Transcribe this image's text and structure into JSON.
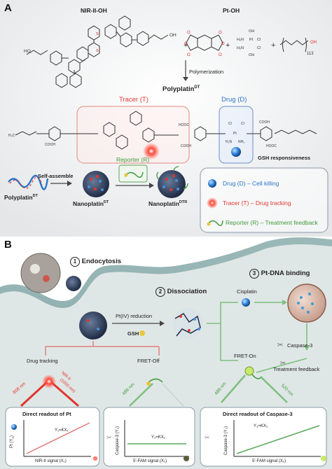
{
  "panel_a": {
    "letter": "A",
    "monomer1": "NIR-II-OH",
    "monomer2": "Pt-OH",
    "peg_n": "113",
    "reaction": "Polymerization",
    "product": "Polyplatin",
    "product_sup": "DT",
    "tracer_box": "Tracer (T)",
    "drug_box": "Drug (D)",
    "gsh": "GSH responsiveness",
    "self_assemble": "Self-assemble",
    "reporter_box": "Reporter (R)",
    "polyplatin_label": "Polyplatin",
    "polyplatin_sup": "DT",
    "nano1": "Nanoplatin",
    "nano1_sup": "DT",
    "nano2": "Nanoplatin",
    "nano2_sup": "DTR",
    "legend": [
      {
        "text": "Drug (D) – Cell killing",
        "color": "#2a73c8"
      },
      {
        "text": "Tracer (T) – Drug tracking",
        "color": "#e0362e"
      },
      {
        "text": "Reporter (R) – Treatment feedback",
        "color": "#3f9a3c"
      }
    ]
  },
  "panel_b": {
    "letter": "B",
    "step1": "Endocytosis",
    "step1_num": "1",
    "step2": "Dissociation",
    "step2_num": "2",
    "step3": "Pt-DNA binding",
    "step3_num": "3",
    "pt_reduction": "Pt(IV) reduction",
    "gsh": "GSH",
    "cisplatin": "Cisplatin",
    "fret_on": "FRET-On",
    "caspase": "Caspase-3",
    "treatment_feedback": "Treatment feedback",
    "drug_tracking": "Drug tracking",
    "fret_off": "FRET-Off",
    "nm808": "808 nm",
    "nir2_a": "NIR-II",
    "nir2_b": "(1050 nm)",
    "nm488a": "488 nm",
    "nm488b": "488 nm",
    "nm520": "520 nm",
    "box1": {
      "title": "Direct readout of Pt",
      "ylabel": "Pt (Y",
      "ylabel_sub": "1",
      "ylabel_end": ")",
      "eq": "Y₁=KX₁",
      "xlabel": "NIR-II signal (X₁)"
    },
    "box2": {
      "ylabel": "Caspase-3 (Y₂)",
      "eq": "Y₂=KX₂",
      "xlabel": "5'-FAM signal (X₂)"
    },
    "box3": {
      "title": "Direct readout of Caspase-3",
      "ylabel": "Caspase-3 (Y₃)",
      "eq": "Y₃=KX₂",
      "xlabel": "5'-FAM signal (X₂)"
    }
  }
}
